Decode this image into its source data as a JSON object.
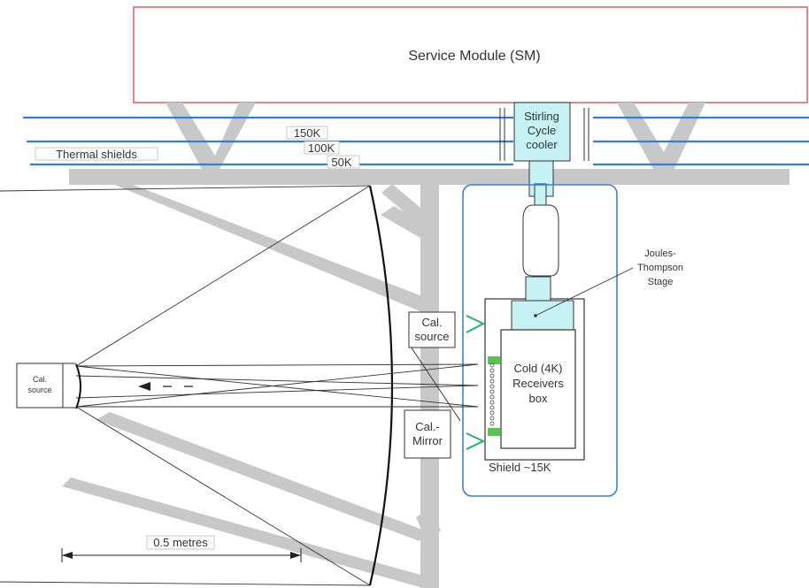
{
  "labels": {
    "service_module": "Service Module (SM)",
    "shield_150k": "150K",
    "shield_100k": "100K",
    "shield_50k": "50K",
    "thermal_shields": "Thermal shields",
    "stirling_line1": "Stirling",
    "stirling_line2": "Cycle",
    "stirling_line3": "cooler",
    "jt_line1": "Joules-",
    "jt_line2": "Thompson",
    "jt_line3": "Stage",
    "cal_source_top_line1": "Cal.",
    "cal_source_top_line2": "source",
    "cal_mirror_line1": "Cal.-",
    "cal_mirror_line2": "Mirror",
    "cal_source_left_line1": "Cal.",
    "cal_source_left_line2": "source",
    "cold_box_line1": "Cold (4K)",
    "cold_box_line2": "Receivers",
    "cold_box_line3": "box",
    "shield_15k": "Shield ~15K",
    "scale": "0.5 metres"
  },
  "colors": {
    "service_module_border": "#e0404a",
    "thermal_shield_line": "#2f7fe0",
    "structure_gray": "#c8c8c8",
    "enclosure_blue": "#3d7fd8",
    "cooler_fill": "#c6f2f4",
    "green_marker": "#5cc24f",
    "green_arrow": "#22b36b"
  }
}
